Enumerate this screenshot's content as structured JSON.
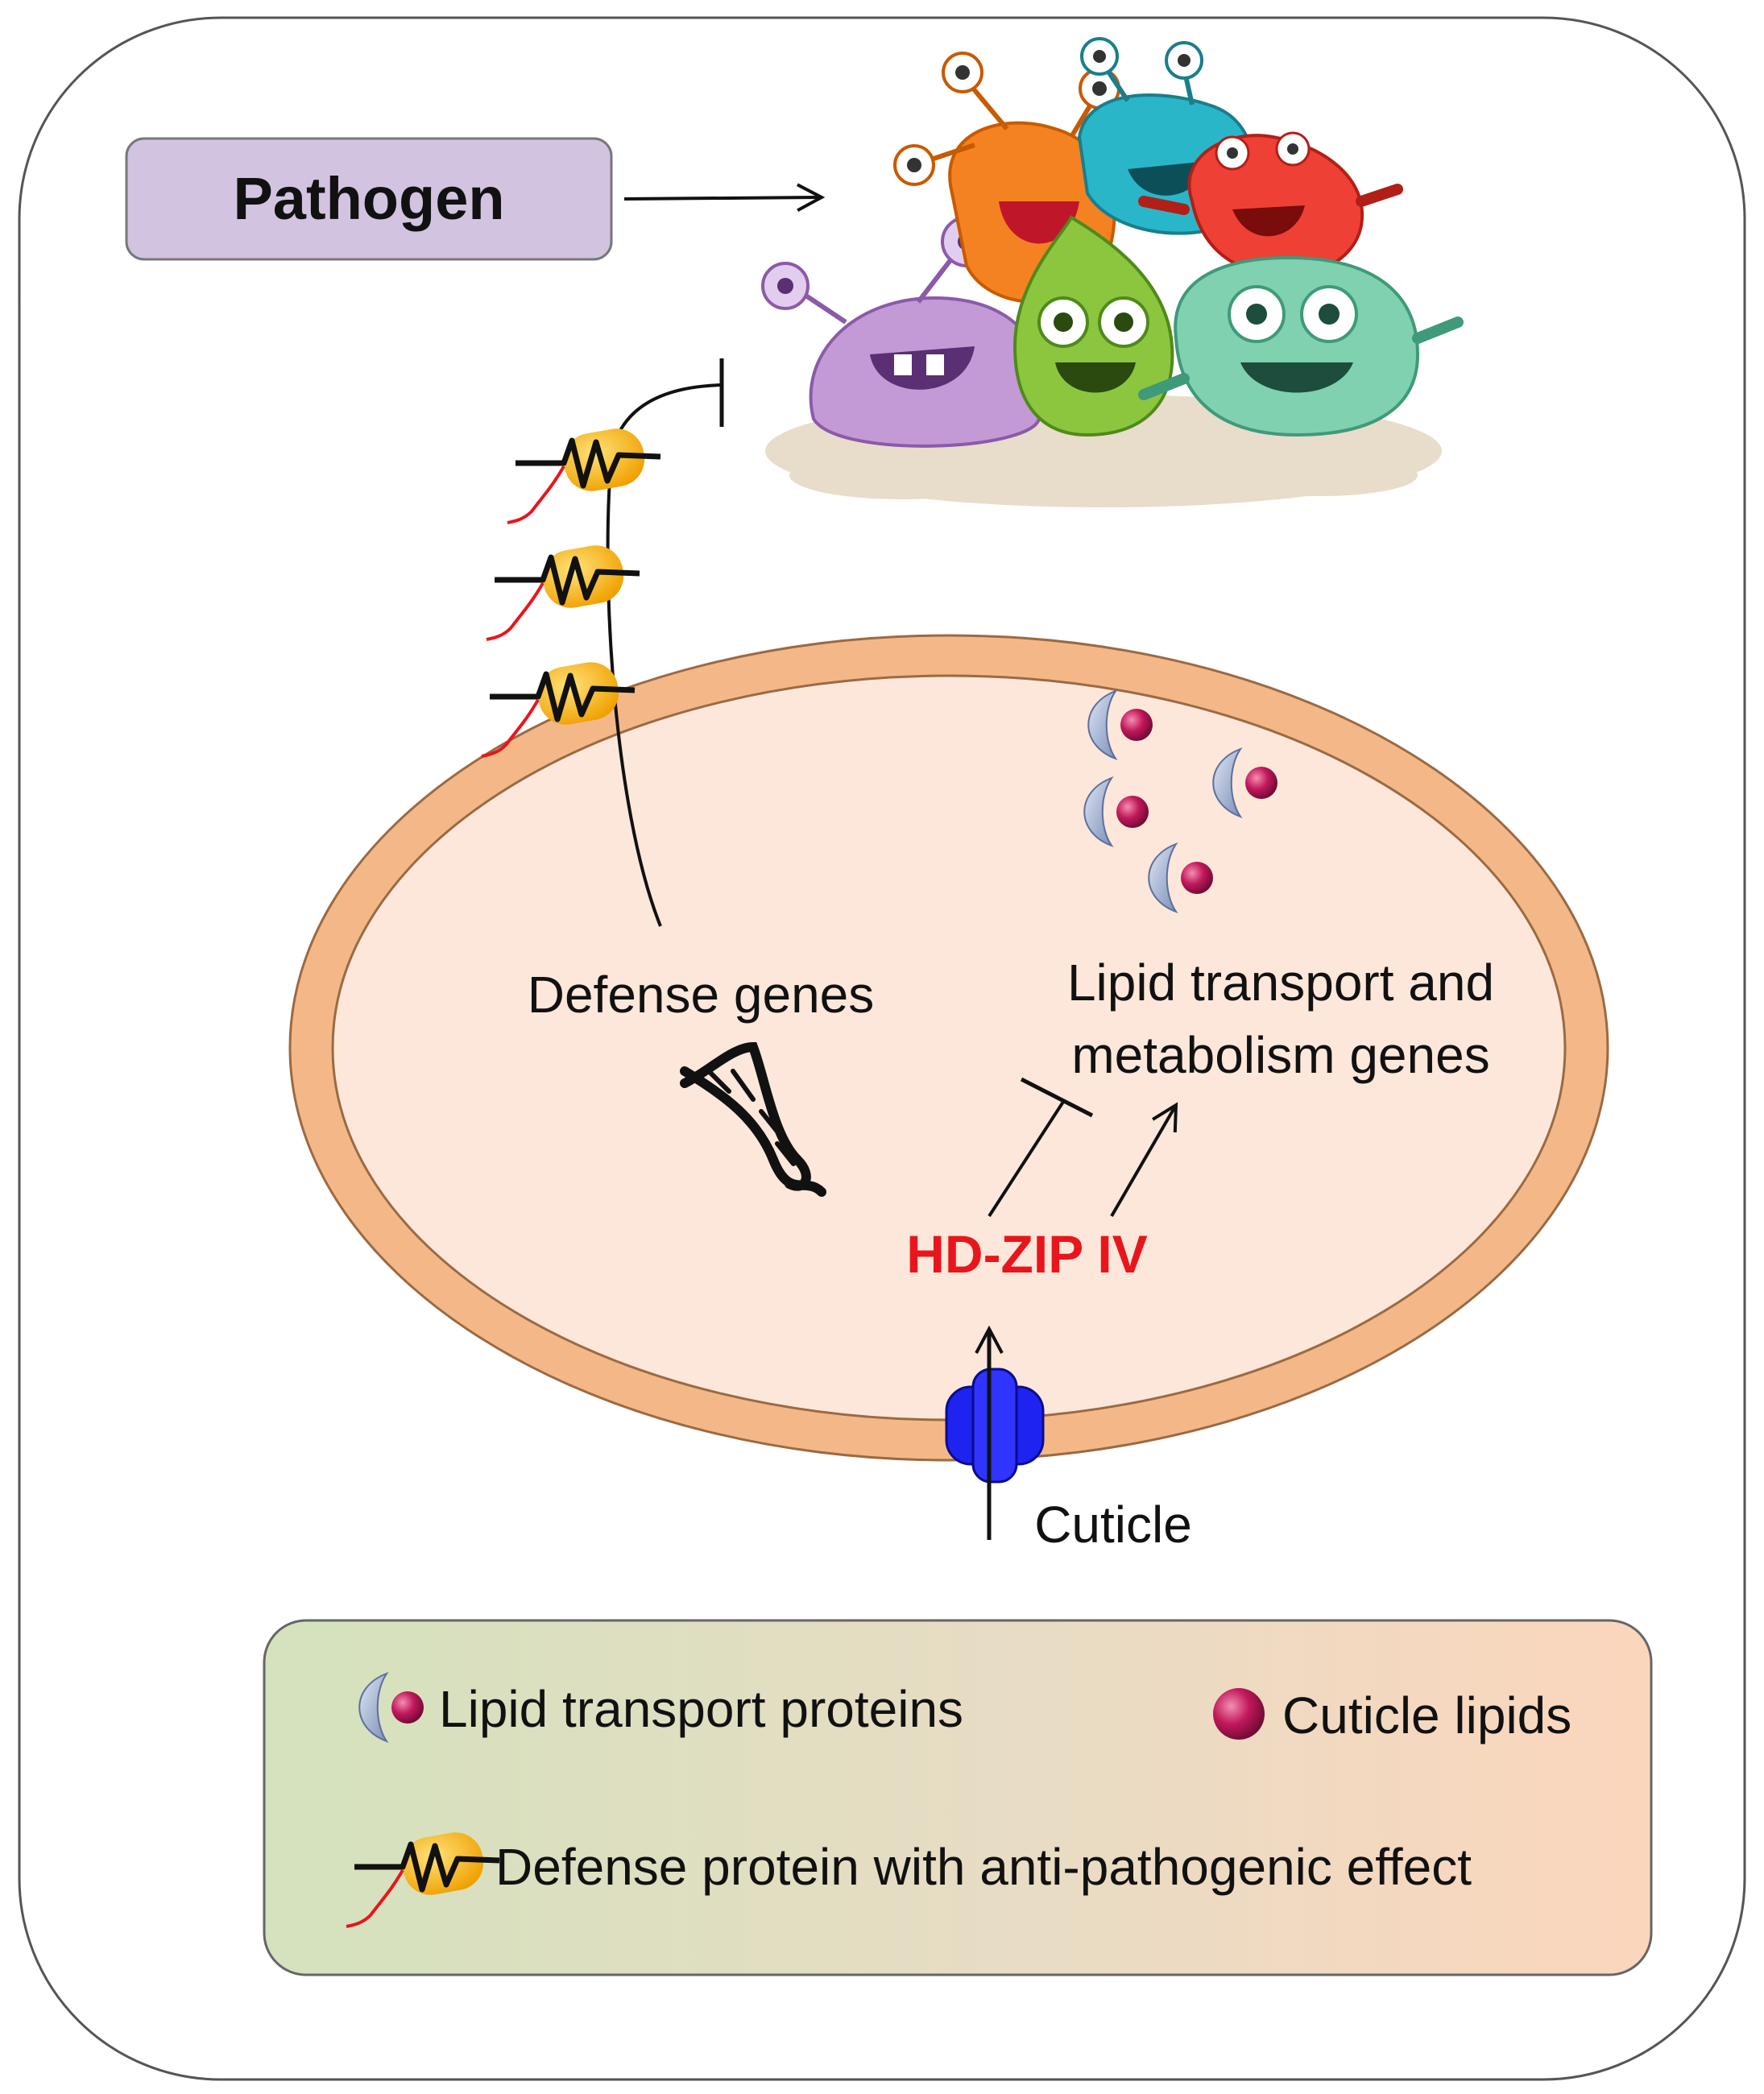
{
  "pathogen_box": {
    "label": "Pathogen"
  },
  "cell": {
    "defense_genes": "Defense genes",
    "lipid_genes_line1": "Lipid transport and",
    "lipid_genes_line2": "metabolism genes",
    "hdzip": "HD-ZIP IV",
    "cuticle": "Cuticle"
  },
  "legend": {
    "lipid_transport_proteins": "Lipid transport proteins",
    "cuticle_lipids": "Cuticle lipids",
    "defense_protein": "Defense protein with anti-pathogenic effect"
  },
  "colors": {
    "pathogen_box_fill": "#d2c4e0",
    "membrane": "#f4b888",
    "cytoplasm": "#fde7da",
    "hdzip_text": "#e8161c",
    "receptor": "#1f23f0",
    "legend_green": "#d8e4c2",
    "legend_peach": "#fbd8c0",
    "lipid": "#c2185b",
    "defense_protein_body": "#f7b71a"
  }
}
